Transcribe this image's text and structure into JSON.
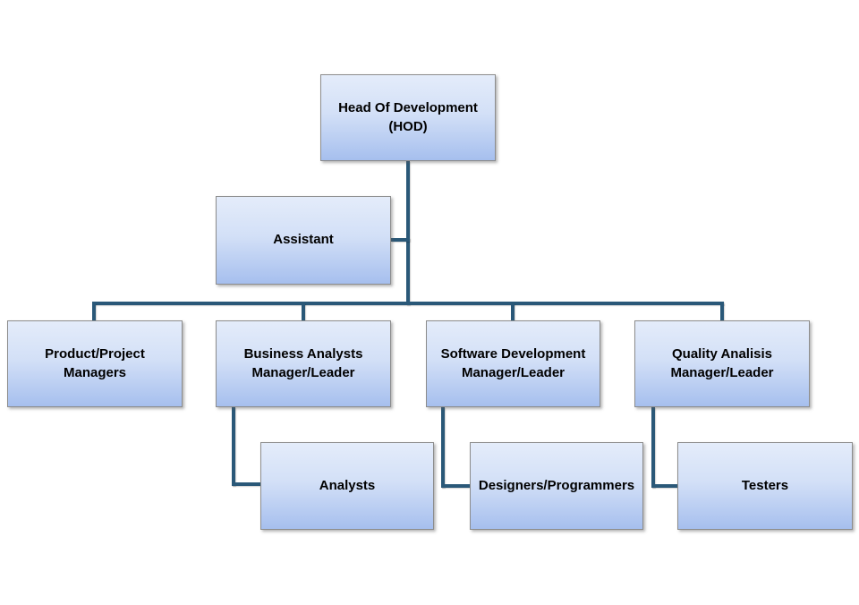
{
  "colors": {
    "connector": "#2a5878",
    "box_gradient_top": "#e4ecfa",
    "box_gradient_bottom": "#a6bfee",
    "box_border": "#8c8c8c",
    "text": "#000000"
  },
  "nodes": {
    "hod": {
      "label": "Head Of Development (HOD)"
    },
    "assistant": {
      "label": "Assistant"
    },
    "ppm": {
      "label": "Product/Project Managers"
    },
    "ba": {
      "label": "Business Analysts Manager/Leader"
    },
    "sd": {
      "label": "Software Development Manager/Leader"
    },
    "qa": {
      "label": "Quality Analisis Manager/Leader"
    },
    "analysts": {
      "label": "Analysts"
    },
    "designers": {
      "label": "Designers/Programmers"
    },
    "testers": {
      "label": "Testers"
    }
  }
}
